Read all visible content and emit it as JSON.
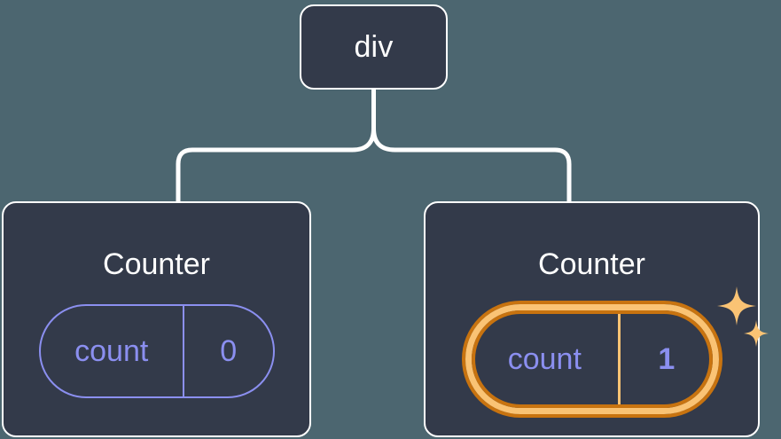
{
  "diagram": {
    "type": "component-tree",
    "background_color": "#4c6670",
    "node_fill": "#333a4a",
    "node_border_color": "#ffffff",
    "connector_color": "#ffffff",
    "accent_purple": "#8b8ff0",
    "accent_orange_light": "#fac374",
    "accent_orange_dark": "#c8730f"
  },
  "root": {
    "label": "div"
  },
  "children": [
    {
      "label": "Counter",
      "highlighted": false,
      "state": {
        "key": "count",
        "value": "0"
      }
    },
    {
      "label": "Counter",
      "highlighted": true,
      "state": {
        "key": "count",
        "value": "1"
      },
      "sparkles": [
        "sparkle-large",
        "sparkle-small"
      ]
    }
  ]
}
